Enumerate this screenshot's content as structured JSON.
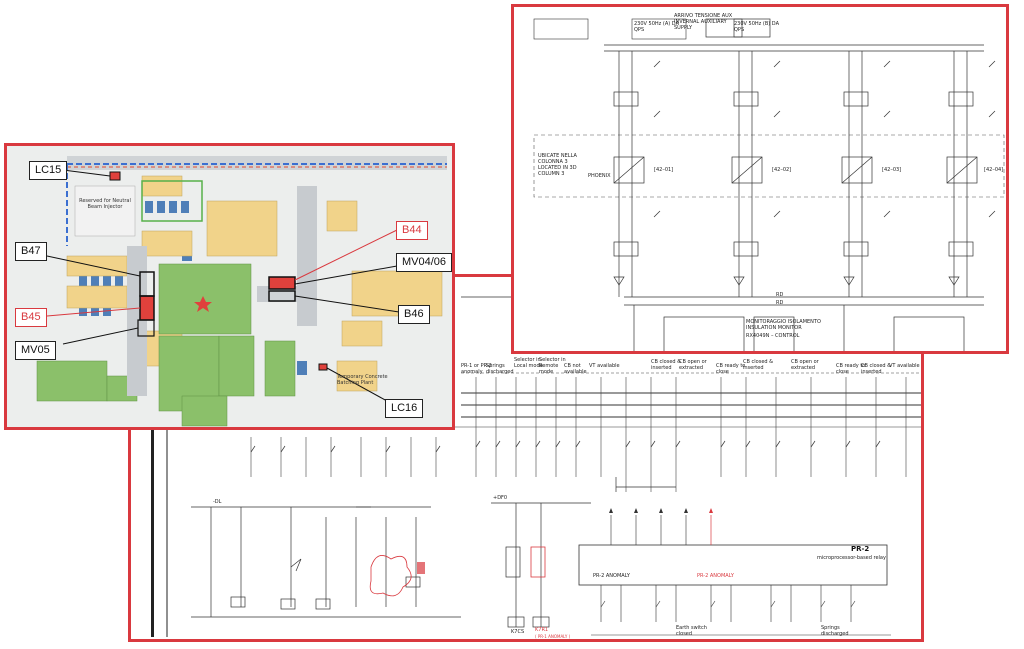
{
  "schematic_bottom": {
    "column_headers": [
      "PR-1 or PR-2 anomaly",
      "Springs discharged",
      "Selector in Local mode",
      "Selector in Remote mode",
      "CB not available",
      "VT available",
      "CB closed & inserted",
      "CB open or extracted",
      "CB ready to close",
      "CB closed & inserted",
      "CB open or extracted",
      "CB ready to close",
      "CB closed & inserted",
      "VT available"
    ],
    "relay_title": "PR-2",
    "relay_subtitle": "microprocessor-based relay",
    "anomaly_label": "PR-2 ANOMALY",
    "pr2_anomaly_left": "PR-2 ANOMALY",
    "earth_label": "Earth switch closed",
    "springs_label": "Springs discharged",
    "kcs_label": "K7CS",
    "k_label": "K7R1",
    "k_sub": "( PR-1 ANOMALY )",
    "supply_left": "-DL",
    "supply_right": "+DF0"
  },
  "schematic_top": {
    "supply_a": "230V 50Hz (A) DA QPS",
    "supply_b": "230V 50Hz (B) DA QPS",
    "supply_title": "ARRIVO TENSIONE AUX INVERNAL AUXILIARY SUPPLY",
    "note_left": "UBICATE NELLA COLONNA 3 LOCATED IN 3D COLUMN 3",
    "phoenix": "PHOENIX",
    "iso_monitor": "MONITORAGGIO ISOLAMENTO INSULATION MONITOR",
    "control": "RX4049N – CONTROL",
    "range_1": "[42–01]",
    "range_2": "[42–02]",
    "range_3": "[42–03]",
    "range_4": "[42–04]",
    "rd1": "RD",
    "rd2": "RD"
  },
  "map": {
    "labels": {
      "lc15": "LC15",
      "b47": "B47",
      "b45": "B45",
      "mv05": "MV05",
      "b44": "B44",
      "mv0406": "MV04/06",
      "b46": "B46",
      "lc16": "LC16"
    },
    "reserved_note": "Reserved for Neutral Beam Injector",
    "batching_note": "Temporary Concrete Batching Plant"
  }
}
